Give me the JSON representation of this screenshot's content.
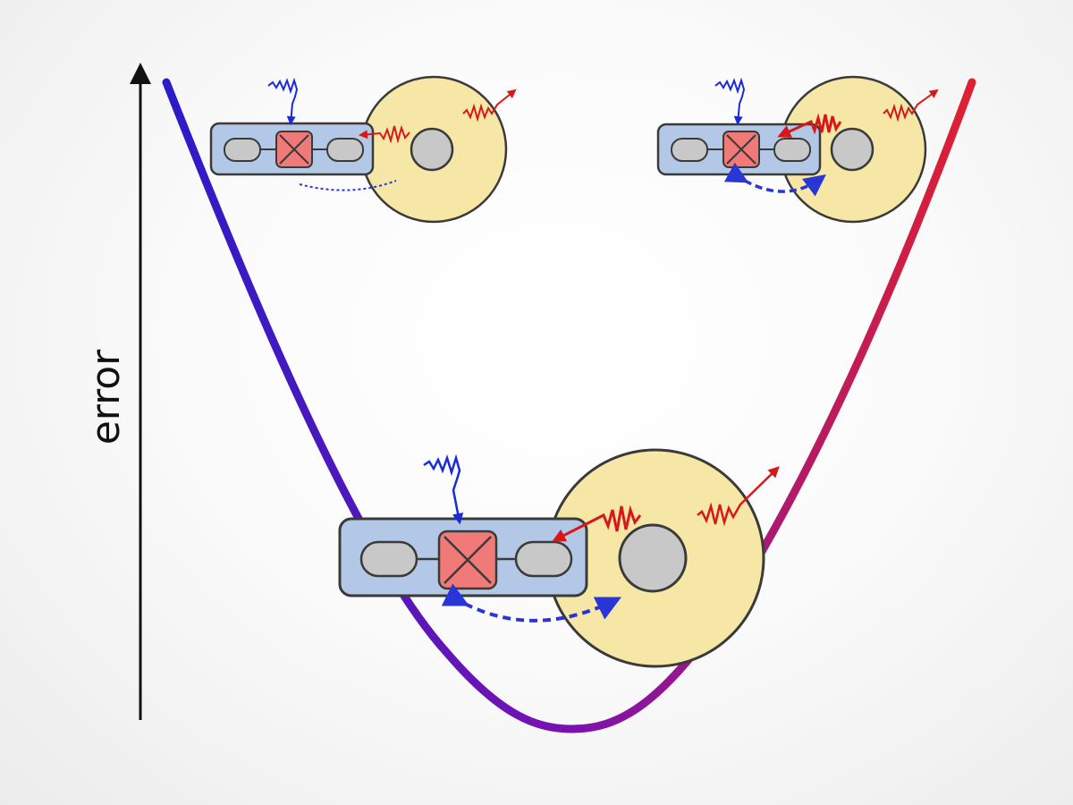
{
  "axis": {
    "label": "error",
    "direction": "up"
  },
  "curve": {
    "shape": "parabola",
    "gradient_colors": [
      "#2a1cc8",
      "#7a12b0",
      "#e02030"
    ]
  },
  "colors": {
    "chip_fill": "#b3c8e6",
    "junction_fill": "#f07a78",
    "pad_fill": "#c8c8c8",
    "resonator_fill": "#f7e7a6",
    "core_fill": "#c8c8c8",
    "drive_photon": "#1a2ad8",
    "resonator_photon": "#d81818",
    "coupling_arrow": "#2a35d6"
  },
  "scenarios": [
    {
      "id": "left",
      "coupling": "weak"
    },
    {
      "id": "right",
      "coupling": "strong"
    },
    {
      "id": "bottom",
      "coupling": "optimal"
    }
  ]
}
